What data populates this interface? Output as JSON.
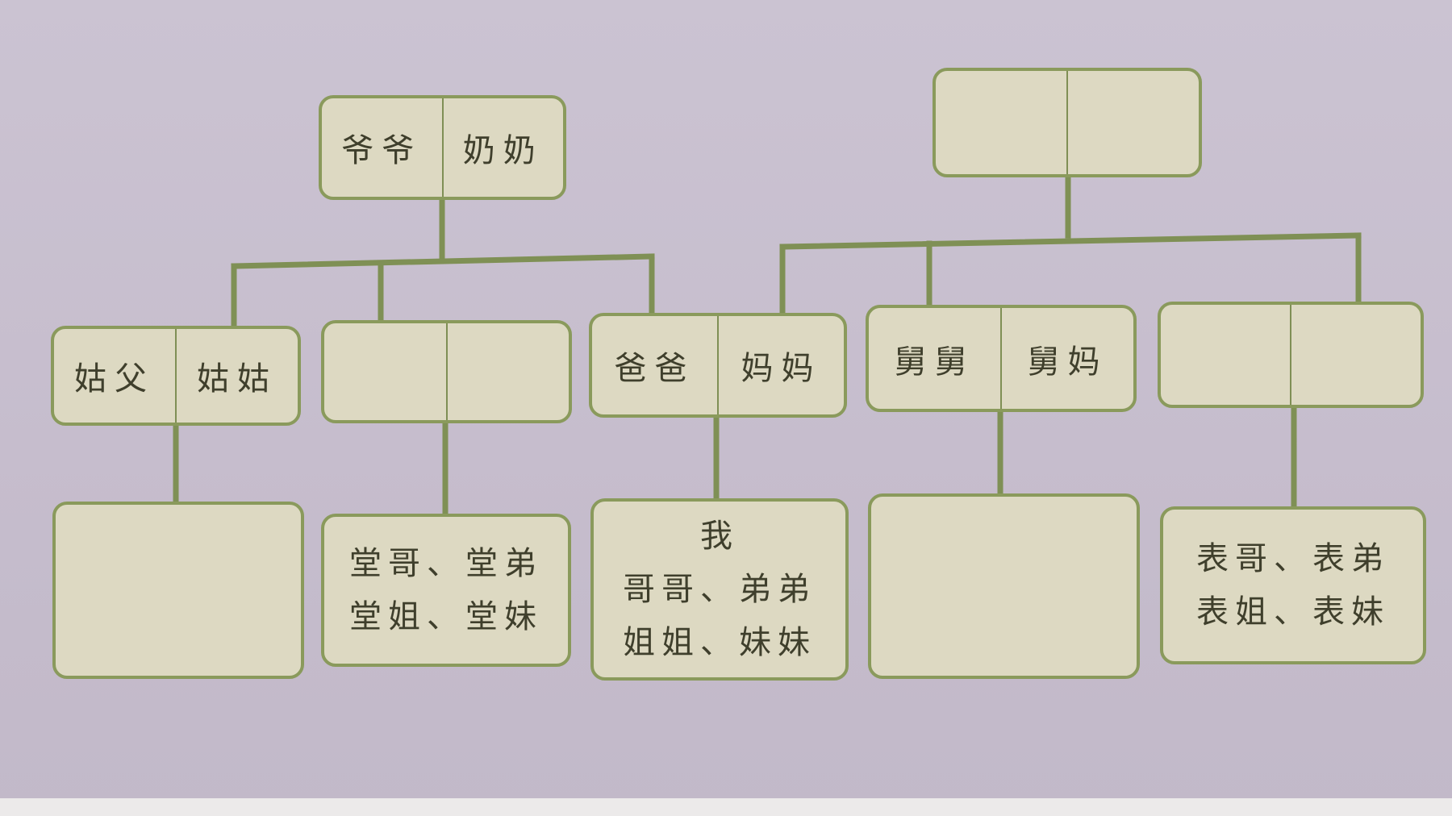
{
  "colors": {
    "background": "#c8bfcf",
    "box_fill": "#ddd9c2",
    "box_border": "#8a9a5c",
    "line": "#7f9055",
    "text": "#3f3f2c"
  },
  "grandparents_paternal": {
    "left": "爷爷",
    "right": "奶奶"
  },
  "grandparents_maternal": {
    "left": "",
    "right": ""
  },
  "aunt_paternal": {
    "left": "姑父",
    "right": "姑姑"
  },
  "uncle_paternal": {
    "left": "",
    "right": ""
  },
  "parents": {
    "left": "爸爸",
    "right": "妈妈"
  },
  "uncle_maternal": {
    "left": "舅舅",
    "right": "舅妈"
  },
  "aunt_maternal": {
    "left": "",
    "right": ""
  },
  "cousins_aunt_paternal": {
    "lines": []
  },
  "cousins_uncle_paternal": {
    "lines": [
      "堂哥、堂弟",
      "堂姐、堂妹"
    ]
  },
  "me_and_siblings": {
    "lines": [
      "我",
      "哥哥、弟弟",
      "姐姐、妹妹"
    ]
  },
  "cousins_uncle_maternal": {
    "lines": []
  },
  "cousins_aunt_maternal": {
    "lines": [
      "表哥、表弟",
      "表姐、表妹"
    ]
  }
}
